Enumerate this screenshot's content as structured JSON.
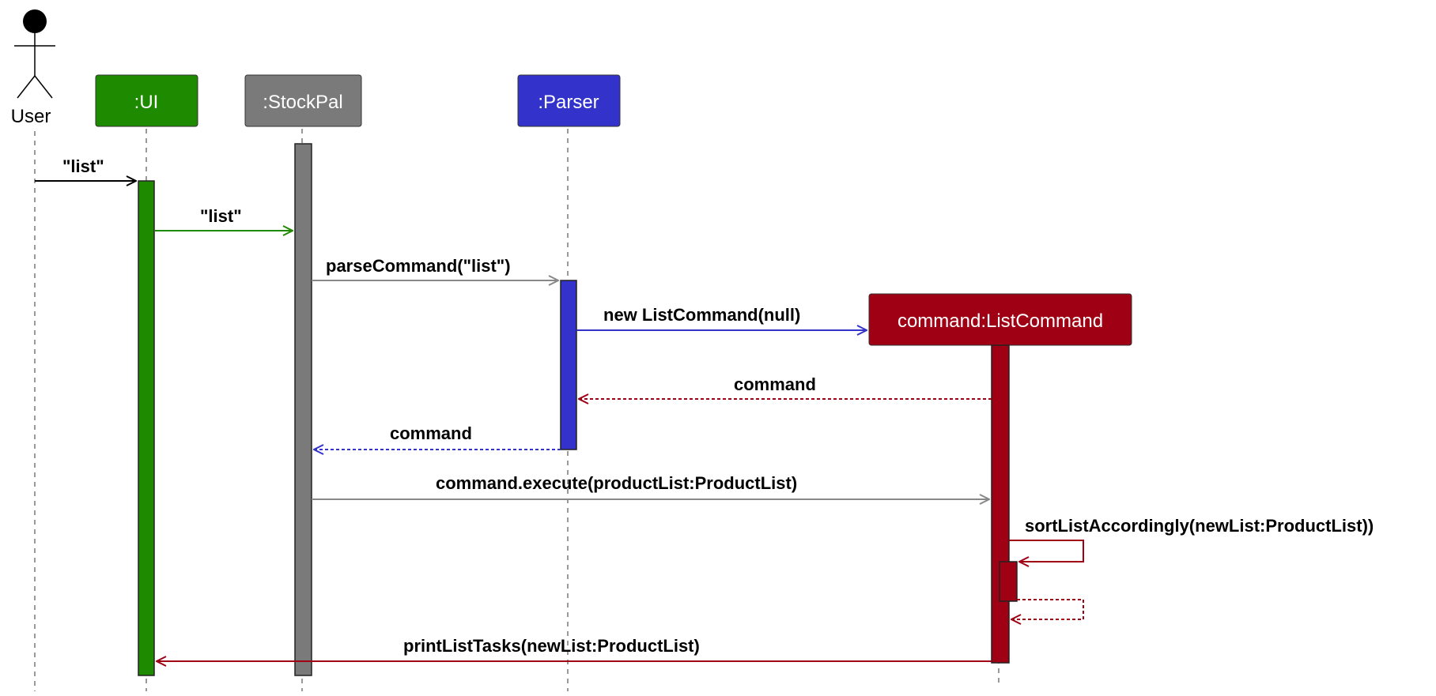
{
  "actor": {
    "label": "User"
  },
  "participants": {
    "ui": {
      "label": ":UI",
      "color": "#1e8a00"
    },
    "stockpal": {
      "label": ":StockPal",
      "color": "#7a7a7a"
    },
    "parser": {
      "label": ":Parser",
      "color": "#3333cc"
    },
    "listcommand": {
      "label": "command:ListCommand",
      "color": "#a00014"
    }
  },
  "messages": {
    "m1": "\"list\"",
    "m2": "\"list\"",
    "m3": "parseCommand(\"list\")",
    "m4": "new ListCommand(null)",
    "m5": "command",
    "m6": "command",
    "m7": "command.execute(productList:ProductList)",
    "m8": "sortListAccordingly(newList:ProductList))",
    "m9": "printListTasks(newList:ProductList)"
  }
}
